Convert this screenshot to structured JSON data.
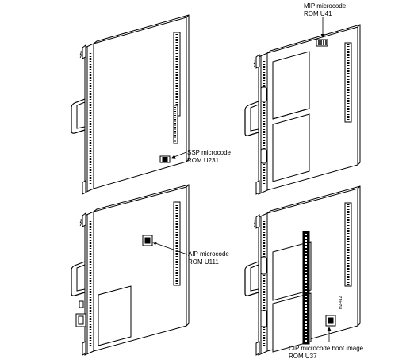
{
  "labels": {
    "ssp": [
      "SSP microcode",
      "ROM U231"
    ],
    "mip": [
      "MIP microcode",
      "ROM U41"
    ],
    "aip": [
      "AIP microcode",
      "ROM U111"
    ],
    "cip": [
      "CIP microcode boot image",
      "ROM U37"
    ]
  },
  "figure_id": "H2-412"
}
